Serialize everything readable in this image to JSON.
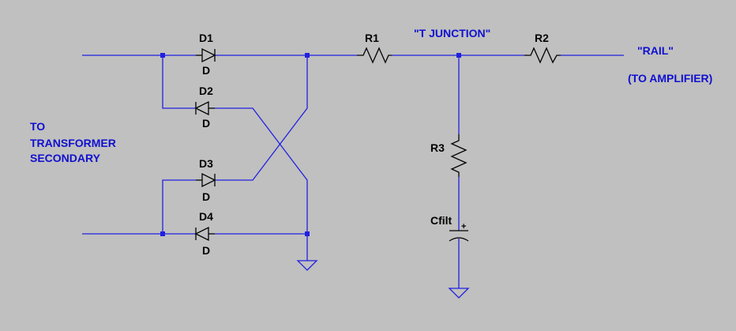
{
  "colors": {
    "background": "#c0c0c0",
    "wire": "#2020e0",
    "component": "#000000",
    "part_label": "#000000",
    "net_label": "#1010d0"
  },
  "components": {
    "d1": {
      "name": "D1",
      "value": "D"
    },
    "d2": {
      "name": "D2",
      "value": "D"
    },
    "d3": {
      "name": "D3",
      "value": "D"
    },
    "d4": {
      "name": "D4",
      "value": "D"
    },
    "r1": {
      "name": "R1"
    },
    "r2": {
      "name": "R2"
    },
    "r3": {
      "name": "R3"
    },
    "cfilt": {
      "name": "Cfilt",
      "polarity": "+"
    }
  },
  "net_labels": {
    "t_junction": "\"T JUNCTION\"",
    "rail": "\"RAIL\"",
    "to_amplifier": "(TO AMPLIFIER)",
    "transformer_line1": "TO",
    "transformer_line2": "TRANSFORMER",
    "transformer_line3": "SECONDARY"
  },
  "icons": [
    "diode-icon",
    "resistor-icon",
    "polarized-capacitor-icon",
    "ground-icon",
    "junction-dot-icon"
  ]
}
